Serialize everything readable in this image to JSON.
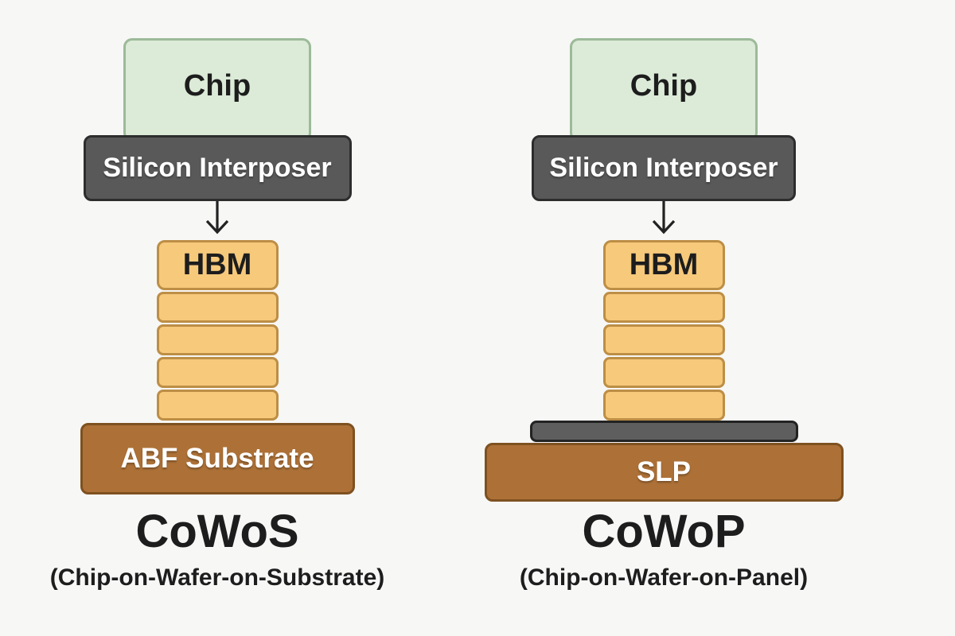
{
  "colors": {
    "page_bg": "#f7f7f6",
    "chip_fill": "#dcead8",
    "chip_border": "#9cba98",
    "interposer_fill": "#595959",
    "interposer_border": "#2d2d2d",
    "hbm_fill": "#f6c97b",
    "hbm_border": "#bd8e45",
    "panel_fill": "#5e5e5e",
    "panel_border": "#232323",
    "base_fill": "#ad7137",
    "base_border": "#7e5120",
    "dark_text": "#1d1d1d",
    "light_text": "#ffffff",
    "arrow_color": "#222222"
  },
  "columns": [
    {
      "id": "cowos",
      "chip_label": "Chip",
      "interposer_label": "Silicon Interposer",
      "hbm_label": "HBM",
      "hbm_layer_count": 4,
      "base_label": "ABF Substrate",
      "has_panel_bar": false,
      "title": "CoWoS",
      "subtitle": "(Chip-on-Wafer-on-Substrate)"
    },
    {
      "id": "cowop",
      "chip_label": "Chip",
      "interposer_label": "Silicon Interposer",
      "hbm_label": "HBM",
      "hbm_layer_count": 4,
      "base_label": "SLP",
      "has_panel_bar": true,
      "title": "CoWoP",
      "subtitle": "(Chip-on-Wafer-on-Panel)"
    }
  ]
}
